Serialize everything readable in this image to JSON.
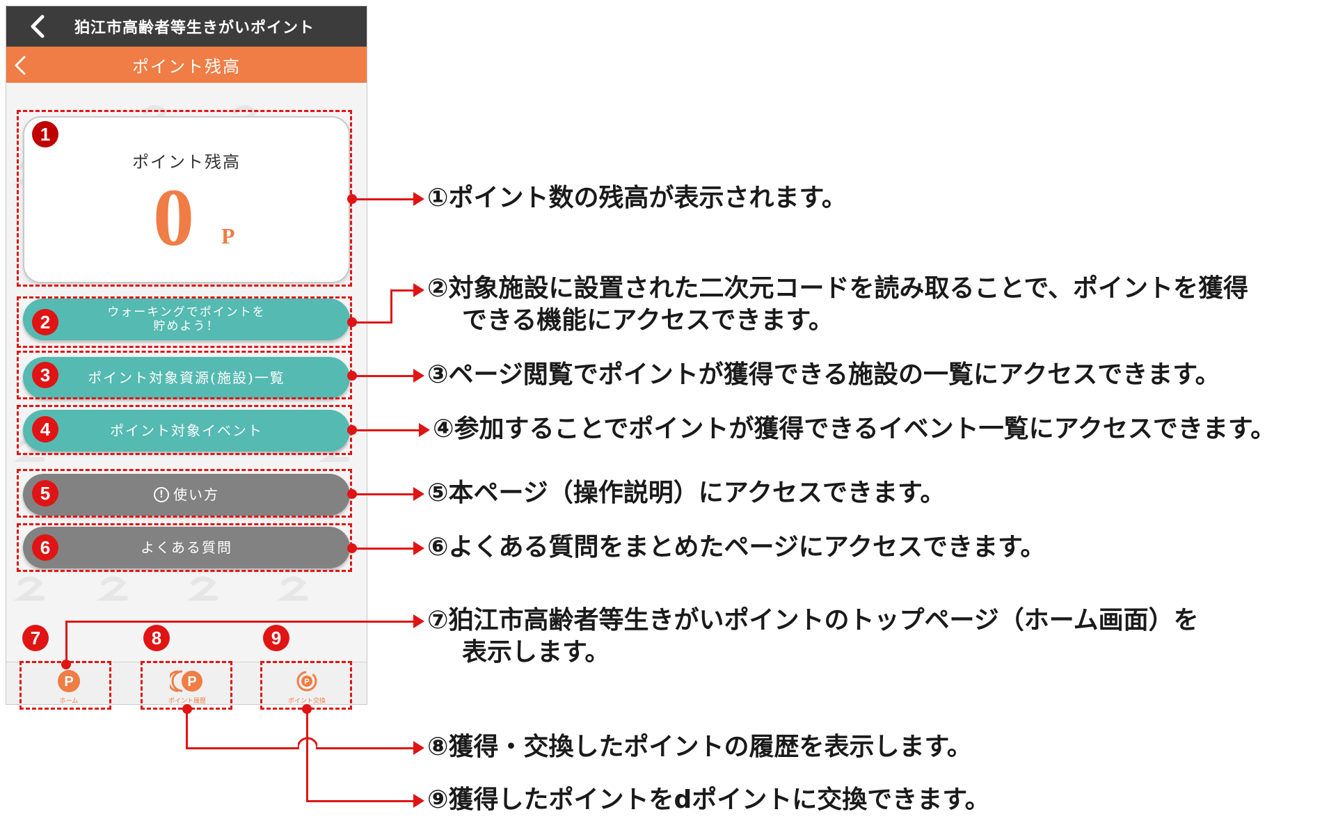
{
  "app": {
    "window_title": "狛江市高齢者等生きがいポイント",
    "page_title": "ポイント残高"
  },
  "balance": {
    "label": "ポイント残高",
    "value": "0",
    "unit": "P"
  },
  "buttons": {
    "walking_line1": "ウォーキングでポイントを",
    "walking_line2": "貯めよう！",
    "facilities": "ポイント対象資源(施設)一覧",
    "events": "ポイント対象イベント",
    "howto": "使い方",
    "faq": "よくある質問"
  },
  "tabs": {
    "home": "ホーム",
    "history": "ポイント履歴",
    "exchange": "ポイント交換"
  },
  "markers": [
    "1",
    "2",
    "3",
    "4",
    "5",
    "6",
    "7",
    "8",
    "9"
  ],
  "annotations": {
    "a1": "①ポイント数の残高が表示されます。",
    "a2_line1": "②対象施設に設置された二次元コードを読み取ることで、ポイントを獲得",
    "a2_line2": "できる機能にアクセスできます。",
    "a3": "③ページ閲覧でポイントが獲得できる施設の一覧にアクセスできます。",
    "a4": "④参加することでポイントが獲得できるイベント一覧にアクセスできます。",
    "a5": "⑤本ページ（操作説明）にアクセスできます。",
    "a6": "⑥よくある質問をまとめたページにアクセスできます。",
    "a7_line1": "⑦狛江市高齢者等生きがいポイントのトップページ（ホーム画面）を",
    "a7_line2": "表示します。",
    "a8": "⑧獲得・交換したポイントの履歴を表示します。",
    "a9": "⑨獲得したポイントをdポイントに交換できます。"
  },
  "colors": {
    "title_bar": "#3c3c3c",
    "header": "#ef7d45",
    "accent_orange": "#ef7d45",
    "teal_button": "#55bab1",
    "gray_button": "#828282",
    "annotation_red": "#e01414"
  },
  "icons": {
    "back": "chevron-left-icon",
    "warning": "exclamation-circle-icon",
    "home": "point-coin-icon",
    "history": "point-history-icon",
    "exchange": "point-exchange-icon"
  }
}
